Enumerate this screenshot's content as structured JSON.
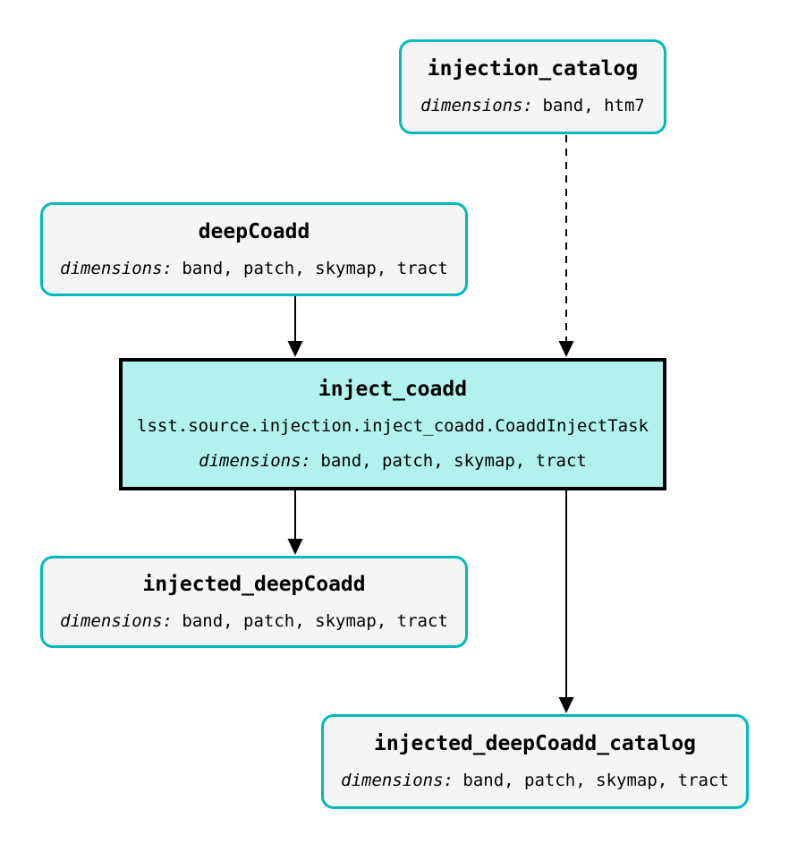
{
  "diagram": {
    "type": "pipeline-graph",
    "colors": {
      "background": "#ffffff",
      "dataset_fill": "#f5f5f5",
      "dataset_border": "#00babc",
      "task_fill": "#b1f2ef",
      "task_border": "#000000",
      "edge": "#000000"
    },
    "nodes": [
      {
        "id": "injection_catalog",
        "kind": "dataset",
        "title": "injection_catalog",
        "dimensions_label": "dimensions:",
        "dimensions": "band, htm7"
      },
      {
        "id": "deepCoadd",
        "kind": "dataset",
        "title": "deepCoadd",
        "dimensions_label": "dimensions:",
        "dimensions": "band, patch, skymap, tract"
      },
      {
        "id": "inject_coadd",
        "kind": "task",
        "title": "inject_coadd",
        "task_class": "lsst.source.injection.inject_coadd.CoaddInjectTask",
        "dimensions_label": "dimensions:",
        "dimensions": "band, patch, skymap, tract"
      },
      {
        "id": "injected_deepCoadd",
        "kind": "dataset",
        "title": "injected_deepCoadd",
        "dimensions_label": "dimensions:",
        "dimensions": "band, patch, skymap, tract"
      },
      {
        "id": "injected_deepCoadd_catalog",
        "kind": "dataset",
        "title": "injected_deepCoadd_catalog",
        "dimensions_label": "dimensions:",
        "dimensions": "band, patch, skymap, tract"
      }
    ],
    "edges": [
      {
        "from": "deepCoadd",
        "to": "inject_coadd",
        "style": "solid"
      },
      {
        "from": "injection_catalog",
        "to": "inject_coadd",
        "style": "dashed"
      },
      {
        "from": "inject_coadd",
        "to": "injected_deepCoadd",
        "style": "solid"
      },
      {
        "from": "inject_coadd",
        "to": "injected_deepCoadd_catalog",
        "style": "solid"
      }
    ]
  }
}
